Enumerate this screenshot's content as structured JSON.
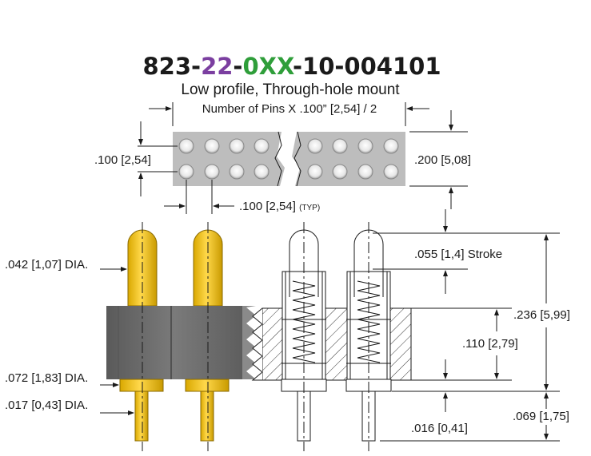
{
  "part_number": {
    "seg1": "823-",
    "seg2": "22",
    "seg3": "-",
    "seg4": "0XX",
    "seg5": "-10-004101",
    "colors": {
      "base": "#1a1a1a",
      "purple": "#7b3fa0",
      "green": "#2f9e3a"
    }
  },
  "subtitle": "Low profile, Through-hole mount",
  "top_view": {
    "length_label": "Number of Pins X .100” [2,54] / 2",
    "pitch_label": ".100 [2,54]",
    "width_label": ".200 [5,08]",
    "typ_pitch_label": ".100 [2,54]",
    "typ_note": "(TYP)"
  },
  "side_view": {
    "tip_dia": ".042 [1,07] DIA.",
    "collar_dia": ".072 [1,83] DIA.",
    "tail_dia": ".017 [0,43] DIA.",
    "stroke": ".055 [1,4] Stroke",
    "overall": ".236 [5,99]",
    "body": ".110 [2,79]",
    "standoff": ".016 [0,41]",
    "tail_len": ".069 [1,75]"
  },
  "colors": {
    "gold": "#f2c300",
    "gold_dark": "#c99a00",
    "body_gray": "#6d6d6d",
    "hole": "#c8c8c8"
  }
}
